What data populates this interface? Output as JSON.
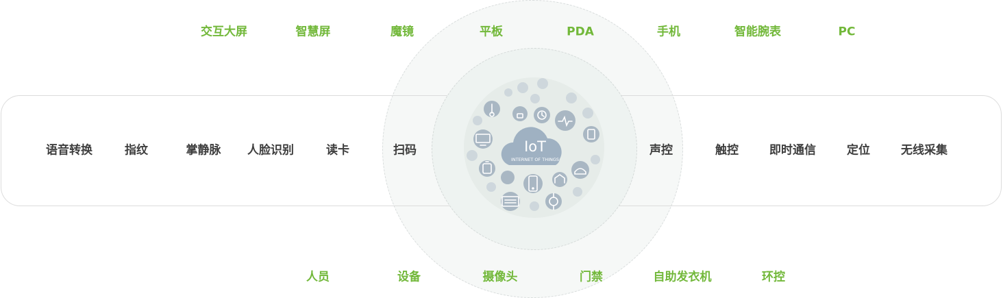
{
  "top_devices": [
    "交互大屏",
    "智慧屏",
    "魔镜",
    "平板",
    "PDA",
    "手机",
    "智能腕表",
    "PC"
  ],
  "middle_left": [
    "语音转换",
    "指纹",
    "掌静脉",
    "人脸识别",
    "读卡",
    "扫码"
  ],
  "middle_right": [
    "声控",
    "触控",
    "即时通信",
    "定位",
    "无线采集"
  ],
  "bottom_items": [
    "人员",
    "设备",
    "摄像头",
    "门禁",
    "自助发衣机",
    "环控"
  ],
  "hub": {
    "title": "IoT",
    "subtitle": "INTERNET OF THINGS",
    "icons": [
      "thermometer-icon",
      "monitor-icon",
      "lock-icon",
      "clock-icon",
      "heart-rate-icon",
      "tablet-icon",
      "battery-icon",
      "smartphone-icon",
      "store-icon",
      "car-icon",
      "watch-icon",
      "speaker-icon",
      "light-bulb-icon",
      "wifi-icon",
      "gear-icon",
      "printer-icon",
      "mail-icon",
      "cart-icon",
      "calendar-icon",
      "camera-icon"
    ]
  },
  "colors": {
    "green": "#72b83a",
    "dark_text": "#3e3e3e",
    "hub_icon": "#a9b7c3",
    "hub_cloud": "#9fb1c2"
  }
}
